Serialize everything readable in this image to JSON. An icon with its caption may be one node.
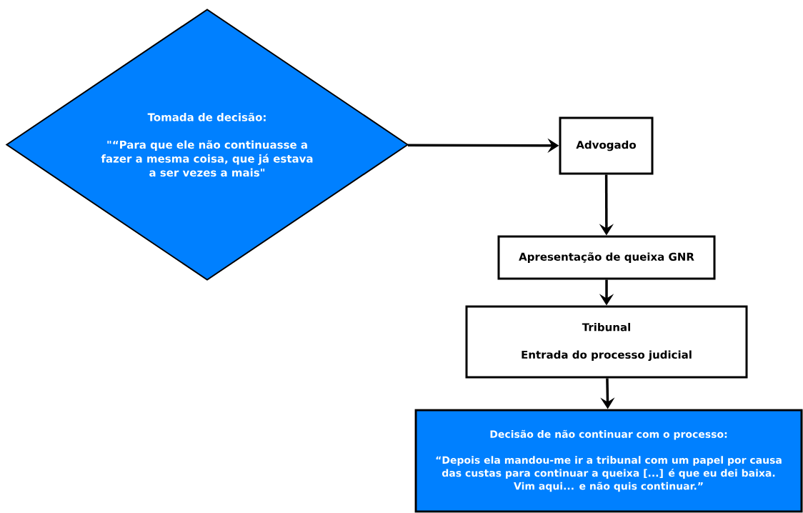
{
  "diagram": {
    "nodes": [
      {
        "text": [
          "Tomada de decisão:",
          "\"“Para que ele não continuasse a fazer a mesma coisa, que já estava a ser vezes a mais\""
        ]
      },
      {
        "text": [
          "Advogado"
        ]
      },
      {
        "text": [
          "Apresentação de queixa GNR"
        ]
      },
      {
        "text": [
          "Tribunal",
          "Entrada do processo judicial"
        ]
      },
      {
        "text": [
          "Decisão de não continuar com o processo:",
          "“Depois ela mandou-me ir a tribunal com um papel por causa das custas para continuar a queixa [...] é que eu dei baixa. Vim aqui... e não quis continuar.”"
        ]
      }
    ],
    "edges": [
      {
        "from": 0,
        "to": 1,
        "arrow": "to"
      },
      {
        "from": 1,
        "to": 2,
        "arrow": "to"
      },
      {
        "from": 2,
        "to": 3,
        "arrow": "to"
      },
      {
        "from": 3,
        "to": 4,
        "arrow": "to"
      }
    ]
  }
}
